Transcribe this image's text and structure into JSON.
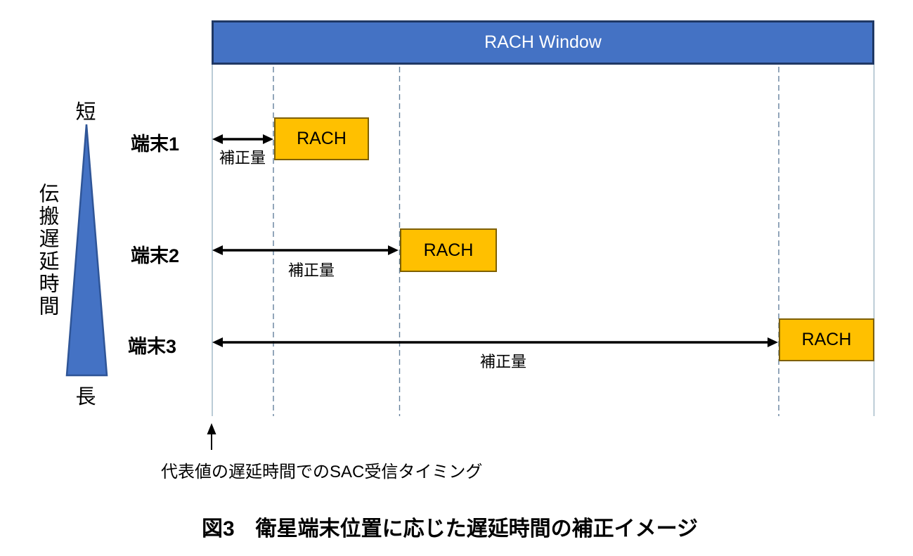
{
  "figure": {
    "rach_window": {
      "label": "RACH Window"
    },
    "delay_axis": {
      "top_label": "短",
      "axis_label": "伝搬遅延時間",
      "bottom_label": "長"
    },
    "terminals": [
      {
        "name": "端末1",
        "correction_label": "補正量",
        "rach_label": "RACH"
      },
      {
        "name": "端末2",
        "correction_label": "補正量",
        "rach_label": "RACH"
      },
      {
        "name": "端末3",
        "correction_label": "補正量",
        "rach_label": "RACH"
      }
    ],
    "sac_annotation": "代表値の遅延時間でのSAC受信タイミング",
    "caption": "図3　衛星端末位置に応じた遅延時間の補正イメージ"
  },
  "colors": {
    "window_fill": "#4472C4",
    "window_border": "#1F3864",
    "rach_fill": "#FFC000",
    "rach_border": "#7F6000",
    "triangle_fill": "#4472C4",
    "triangle_border": "#2F5597",
    "dashed_line": "#64809C",
    "boundary_line": "#A9BECB",
    "arrow": "#000000"
  }
}
